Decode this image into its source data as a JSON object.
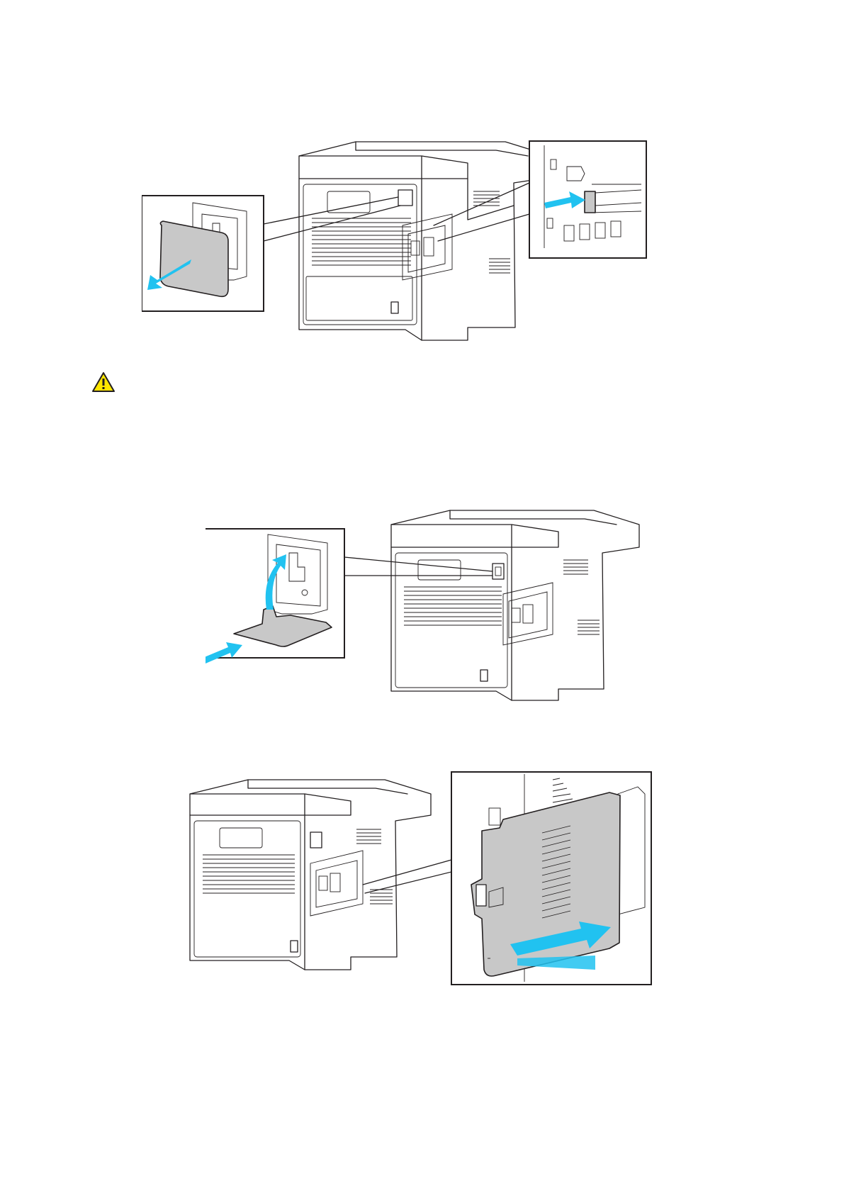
{
  "figures": [
    {
      "id": "fig1",
      "label": "remove-port-cover-and-press-latch"
    },
    {
      "id": "fig2",
      "label": "insert-cover-tab-and-rotate"
    },
    {
      "id": "fig3",
      "label": "slide-side-cover-closed"
    }
  ],
  "caution_icon": "warning-triangle-icon",
  "colors": {
    "arrow": "#21c2f0",
    "cover_fill": "#c8c8c8",
    "line": "#231f20",
    "warning_fill": "#ffe600"
  }
}
